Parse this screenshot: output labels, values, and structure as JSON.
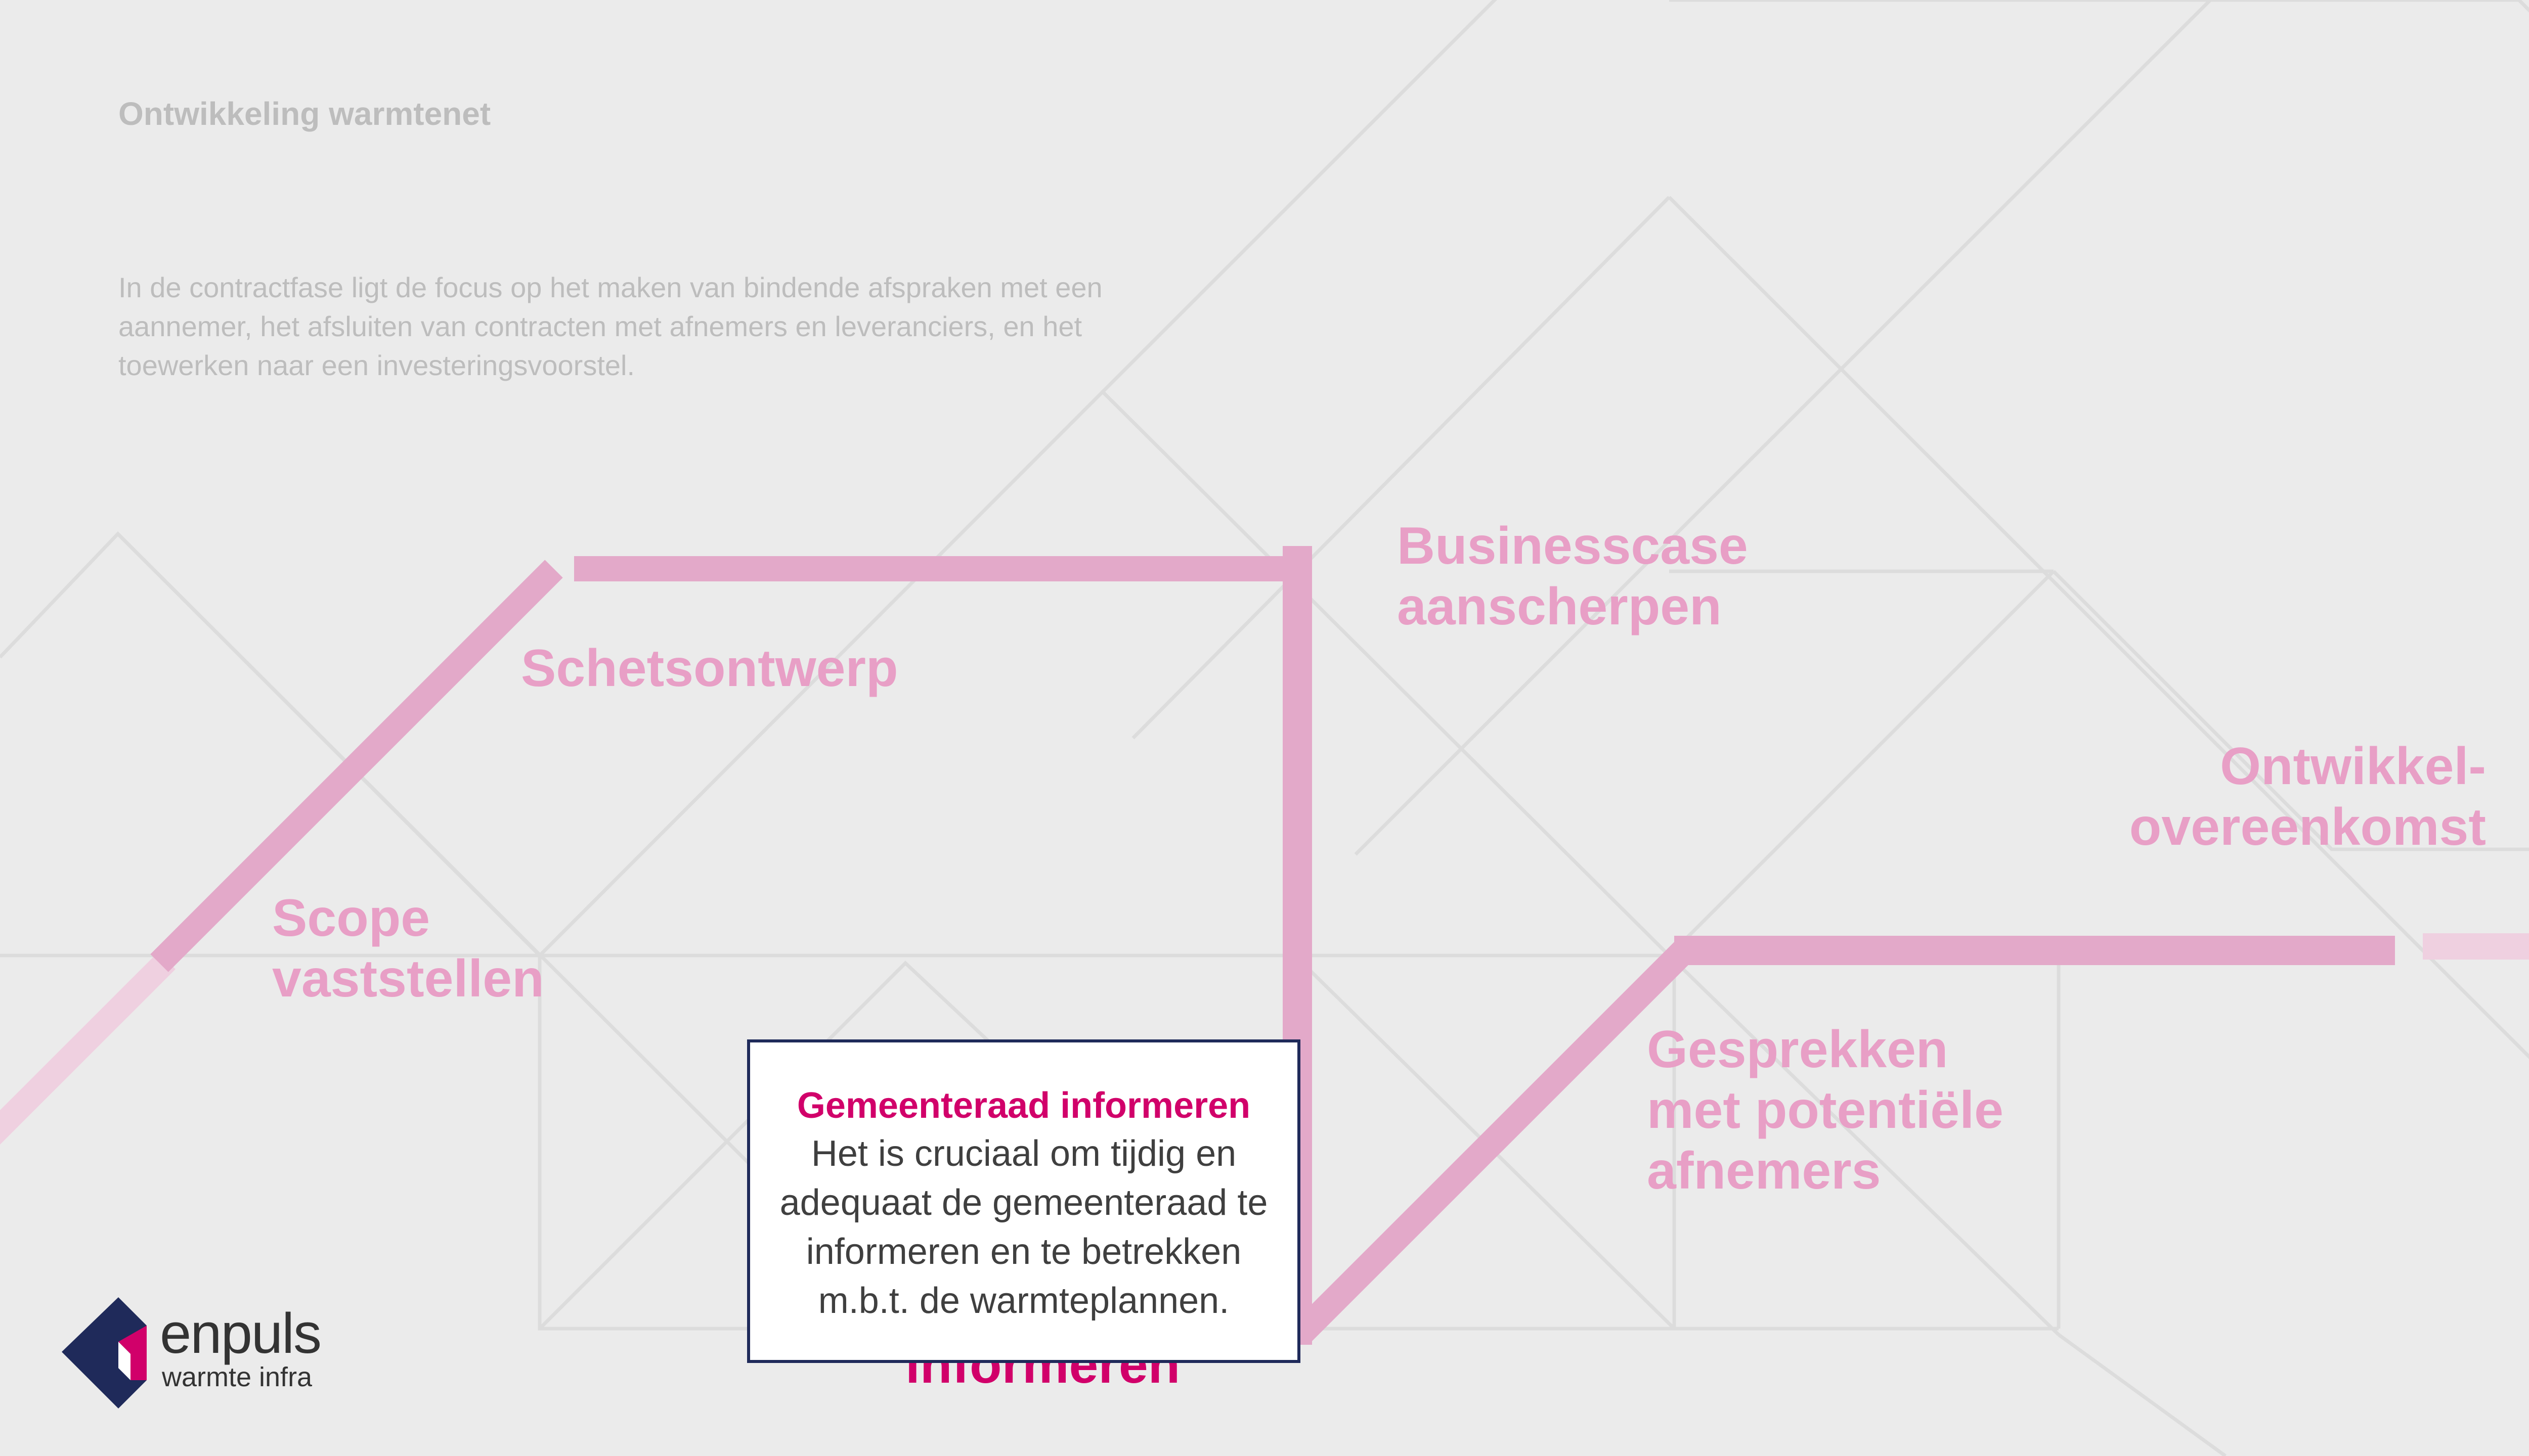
{
  "page": {
    "title": "Ontwikkeling warmtenet",
    "intro": "In de contractfase ligt de focus op het maken van bindende afspraken met een aannemer, het afsluiten van contracten met afnemers en leveranciers, en het toewerken naar een investeringsvoorstel."
  },
  "steps": {
    "scope": {
      "line1": "Scope",
      "line2": "vaststellen"
    },
    "schetsontwerp": {
      "line1": "Schetsontwerp"
    },
    "businesscase": {
      "line1": "Businesscase",
      "line2": "aanscherpen"
    },
    "ontwikkel": {
      "line1": "Ontwikkel-",
      "line2": "overeenkomst"
    },
    "gesprekken": {
      "line1": "Gesprekken",
      "line2": "met potentiële",
      "line3": "afnemers"
    },
    "gemeenteraad_partial": "informeren"
  },
  "popup": {
    "title": "Gemeenteraad informeren",
    "body": "Het is cruciaal om tijdig en adequaat de gemeenteraad te informeren en te betrekken m.b.t. de warmteplannen."
  },
  "logo": {
    "word": "enpuls",
    "sub": "warmte infra"
  },
  "colors": {
    "background": "#ebebeb",
    "route": "#e3a9c9",
    "route_faded": "#efd0e0",
    "step_label": "#e89fc6",
    "accent": "#d1006a",
    "popup_border": "#1f2a5a",
    "logo_navy": "#1f2a5a",
    "logo_magenta": "#d1006a"
  }
}
